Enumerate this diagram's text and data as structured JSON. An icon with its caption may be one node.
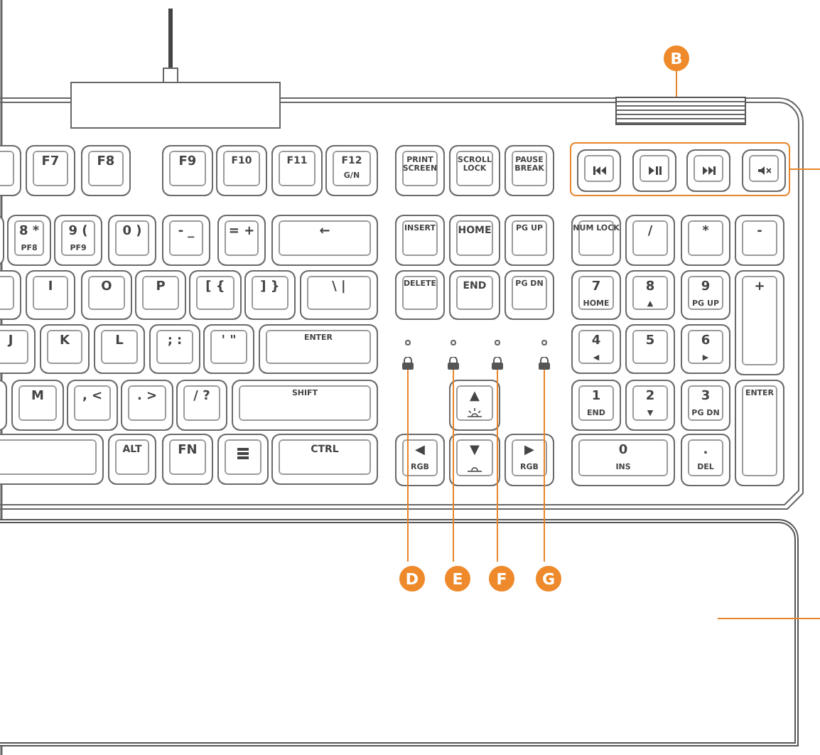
{
  "diagram": {
    "nodes": [
      {
        "text": [
          "B"
        ]
      },
      {
        "text": [],
        "shape": "bar"
      },
      {
        "text": [],
        "shape": "box"
      },
      {
        "text": [
          "F7"
        ]
      },
      {
        "text": [
          "F8"
        ]
      },
      {
        "text": [
          "F9"
        ]
      },
      {
        "text": [
          "F10"
        ]
      },
      {
        "text": [
          "F11"
        ]
      },
      {
        "text": [
          "F12",
          "G/N"
        ]
      },
      {
        "text": [
          "PRINT SCREEN"
        ]
      },
      {
        "text": [
          "SCROLL LOCK"
        ]
      },
      {
        "text": [
          "PAUSE BREAK"
        ]
      },
      {
        "text": [],
        "shape": "box"
      },
      {
        "text": [],
        "shape": "box",
        "in": 12
      },
      {
        "text": [],
        "shape": "box",
        "in": 12
      },
      {
        "text": [],
        "shape": "box",
        "in": 12
      },
      {
        "text": [],
        "shape": "box",
        "in": 12
      },
      {
        "text": [],
        "shape": "box"
      },
      {
        "text": [
          "8 *",
          "PF8"
        ]
      },
      {
        "text": [
          "9 (",
          "PF9"
        ]
      },
      {
        "text": [
          "0 )"
        ]
      },
      {
        "text": [
          "- _"
        ]
      },
      {
        "text": [
          "= +"
        ]
      },
      {
        "text": [
          "←"
        ]
      },
      {
        "text": [
          "INSERT"
        ]
      },
      {
        "text": [
          "HOME"
        ]
      },
      {
        "text": [
          "PG UP"
        ]
      },
      {
        "text": [
          "NUM LOCK"
        ]
      },
      {
        "text": [
          "/"
        ]
      },
      {
        "text": [
          "*"
        ]
      },
      {
        "text": [
          "-"
        ]
      },
      {
        "text": [],
        "shape": "box"
      },
      {
        "text": [
          "I"
        ]
      },
      {
        "text": [
          "O"
        ]
      },
      {
        "text": [
          "P"
        ]
      },
      {
        "text": [
          "[ {"
        ]
      },
      {
        "text": [
          "] }"
        ]
      },
      {
        "text": [
          "\\ |"
        ]
      },
      {
        "text": [
          "DELETE"
        ]
      },
      {
        "text": [
          "END"
        ]
      },
      {
        "text": [
          "PG DN"
        ]
      },
      {
        "text": [
          "7",
          "HOME"
        ]
      },
      {
        "text": [
          "8",
          "▲"
        ]
      },
      {
        "text": [
          "9",
          "PG UP"
        ]
      },
      {
        "text": [
          "+"
        ]
      },
      {
        "text": [
          "J"
        ]
      },
      {
        "text": [
          "K"
        ]
      },
      {
        "text": [
          "L"
        ]
      },
      {
        "text": [
          "; :"
        ]
      },
      {
        "text": [
          "' \""
        ]
      },
      {
        "text": [
          "ENTER"
        ]
      },
      {
        "text": [
          "4",
          "◀"
        ]
      },
      {
        "text": [
          "5"
        ]
      },
      {
        "text": [
          "6",
          "▶"
        ]
      },
      {
        "text": [],
        "shape": "box"
      },
      {
        "text": [],
        "shape": "box"
      },
      {
        "text": [],
        "shape": "box"
      },
      {
        "text": [],
        "shape": "box"
      },
      {
        "text": [],
        "shape": "box"
      },
      {
        "text": [
          "M"
        ]
      },
      {
        "text": [
          ", <"
        ]
      },
      {
        "text": [
          ". >"
        ]
      },
      {
        "text": [
          "/ ?"
        ]
      },
      {
        "text": [
          "SHIFT"
        ]
      },
      {
        "text": [
          "▲"
        ]
      },
      {
        "text": [
          "1",
          "END"
        ]
      },
      {
        "text": [
          "2",
          "▼"
        ]
      },
      {
        "text": [
          "3",
          "PG DN"
        ]
      },
      {
        "text": [
          "ENTER"
        ]
      },
      {
        "text": [],
        "shape": "box"
      },
      {
        "text": [
          "ALT"
        ]
      },
      {
        "text": [
          "FN"
        ]
      },
      {
        "text": [],
        "shape": "box"
      },
      {
        "text": [
          "CTRL"
        ]
      },
      {
        "text": [
          "◀",
          "RGB"
        ]
      },
      {
        "text": [
          "▼"
        ]
      },
      {
        "text": [
          "▶",
          "RGB"
        ]
      },
      {
        "text": [
          "0",
          "INS"
        ]
      },
      {
        "text": [
          ".",
          "DEL"
        ]
      },
      {
        "text": [],
        "shape": "box"
      },
      {
        "text": [
          "D"
        ],
        "in": 79
      },
      {
        "text": [
          "E"
        ],
        "in": 79
      },
      {
        "text": [
          "F"
        ],
        "in": 79
      },
      {
        "text": [
          "G"
        ],
        "in": 79
      }
    ],
    "edges": [
      {
        "from": 0,
        "to": 1,
        "arrow": "none",
        "color": "#e8852a"
      },
      {
        "from": 12,
        "to": null,
        "arrow": "none",
        "color": "#e8852a"
      },
      {
        "from": 79,
        "to": null,
        "arrow": "none",
        "color": "#e8852a"
      },
      {
        "from": 80,
        "to": 54,
        "arrow": "none",
        "color": "#e8852a"
      },
      {
        "from": 81,
        "to": 55,
        "arrow": "none",
        "color": "#e8852a"
      },
      {
        "from": 82,
        "to": 56,
        "arrow": "none",
        "color": "#e8852a"
      },
      {
        "from": 83,
        "to": 57,
        "arrow": "none",
        "color": "#e8852a"
      }
    ]
  }
}
